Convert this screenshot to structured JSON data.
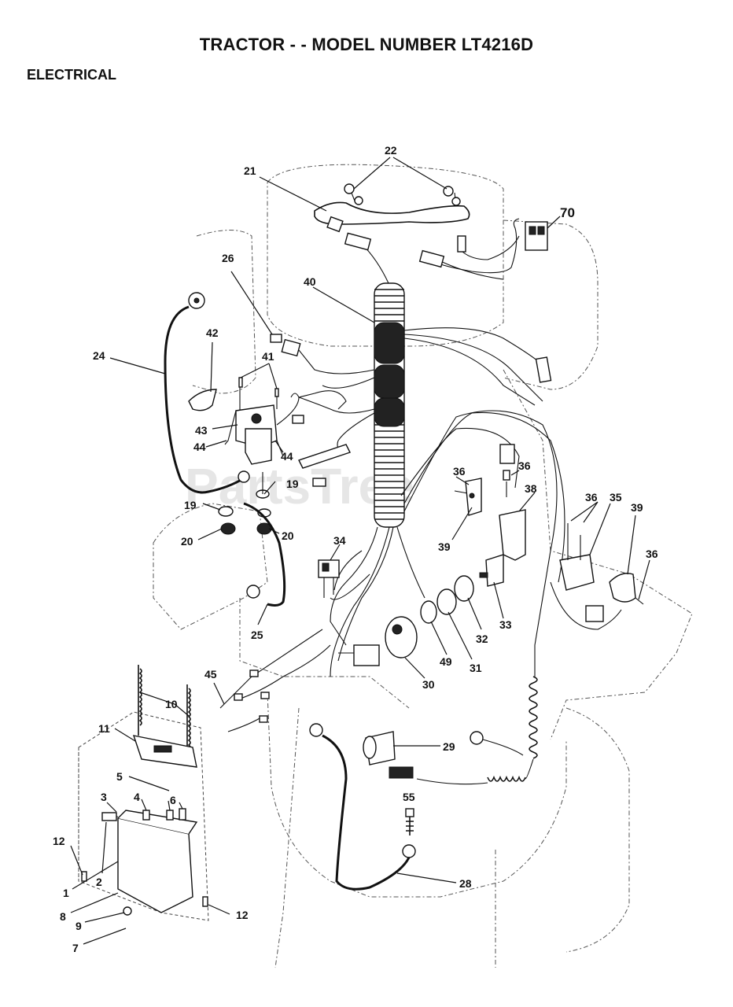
{
  "header": {
    "title": "TRACTOR - - MODEL NUMBER LT4216D",
    "section": "ELECTRICAL"
  },
  "watermark": "PartsTree",
  "callouts": {
    "c22": "22",
    "c21": "21",
    "c70": "70",
    "c26": "26",
    "c40": "40",
    "c42": "42",
    "c41": "41",
    "c24": "24",
    "c43": "43",
    "c44a": "44",
    "c44b": "44",
    "c19a": "19",
    "c19b": "19",
    "c20a": "20",
    "c20b": "20",
    "c36a": "36",
    "c36b": "36",
    "c38": "38",
    "c36c": "36",
    "c35": "35",
    "c39a": "39",
    "c39b": "39",
    "c36d": "36",
    "c34": "34",
    "c25": "25",
    "c33": "33",
    "c32": "32",
    "c31": "31",
    "c49": "49",
    "c30": "30",
    "c45": "45",
    "c10": "10",
    "c11": "11",
    "c5": "5",
    "c6": "6",
    "c3": "3",
    "c4": "4",
    "c2": "2",
    "c12a": "12",
    "c1": "1",
    "c8": "8",
    "c9": "9",
    "c7": "7",
    "c12b": "12",
    "c29": "29",
    "c55": "55",
    "c28": "28"
  },
  "colors": {
    "ink": "#111111",
    "background": "#ffffff",
    "watermark": "#e6e6e6"
  }
}
